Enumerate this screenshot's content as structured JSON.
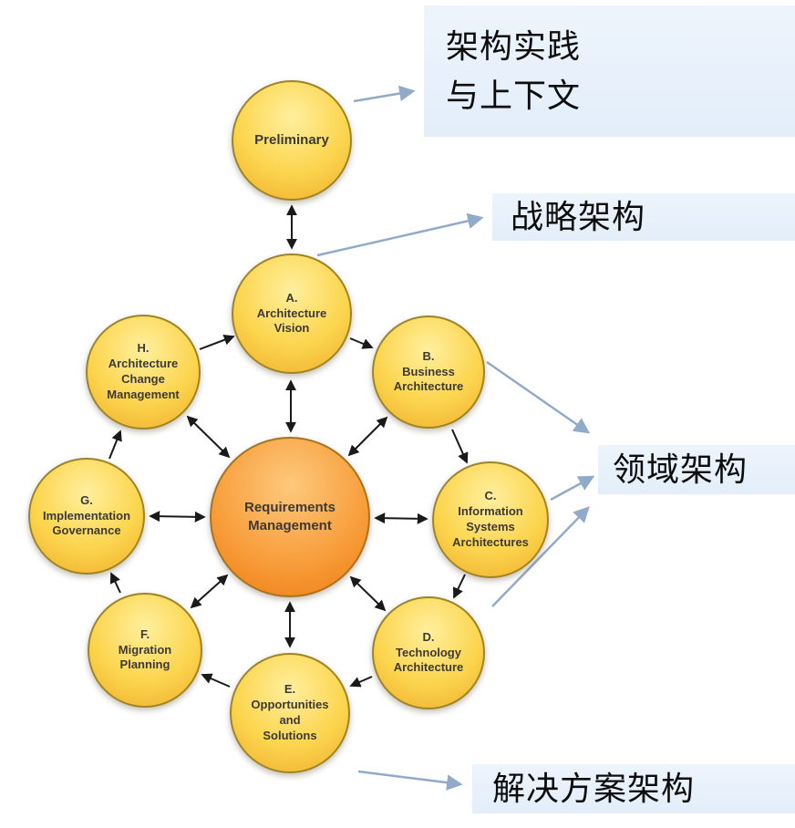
{
  "diagram": {
    "title_semantic": "TOGAF ADM cycle",
    "preliminary": {
      "label": "Preliminary"
    },
    "center": {
      "label": "Requirements\nManagement"
    },
    "phases": [
      {
        "id": "A",
        "label": "A.\nArchitecture\nVision"
      },
      {
        "id": "B",
        "label": "B.\nBusiness\nArchitecture"
      },
      {
        "id": "C",
        "label": "C.\nInformation\nSystems\nArchitectures"
      },
      {
        "id": "D",
        "label": "D.\nTechnology\nArchitecture"
      },
      {
        "id": "E",
        "label": "E.\nOpportunities\nand\nSolutions"
      },
      {
        "id": "F",
        "label": "F.\nMigration\nPlanning"
      },
      {
        "id": "G",
        "label": "G.\nImplementation\nGovernance"
      },
      {
        "id": "H",
        "label": "H.\nArchitecture\nChange\nManagement"
      }
    ],
    "annotations": [
      {
        "label": "架构实践\n与上下文"
      },
      {
        "label": "战略架构"
      },
      {
        "label": "领域架构"
      },
      {
        "label": "解决方案架构"
      }
    ],
    "colors": {
      "phase_circle": "#fcd54e",
      "hub_circle": "#f89d3b",
      "callout_bg": "#e9f2fb",
      "flow_arrow": "#1a1a1a",
      "annotation_arrow": "#92aac9"
    }
  }
}
